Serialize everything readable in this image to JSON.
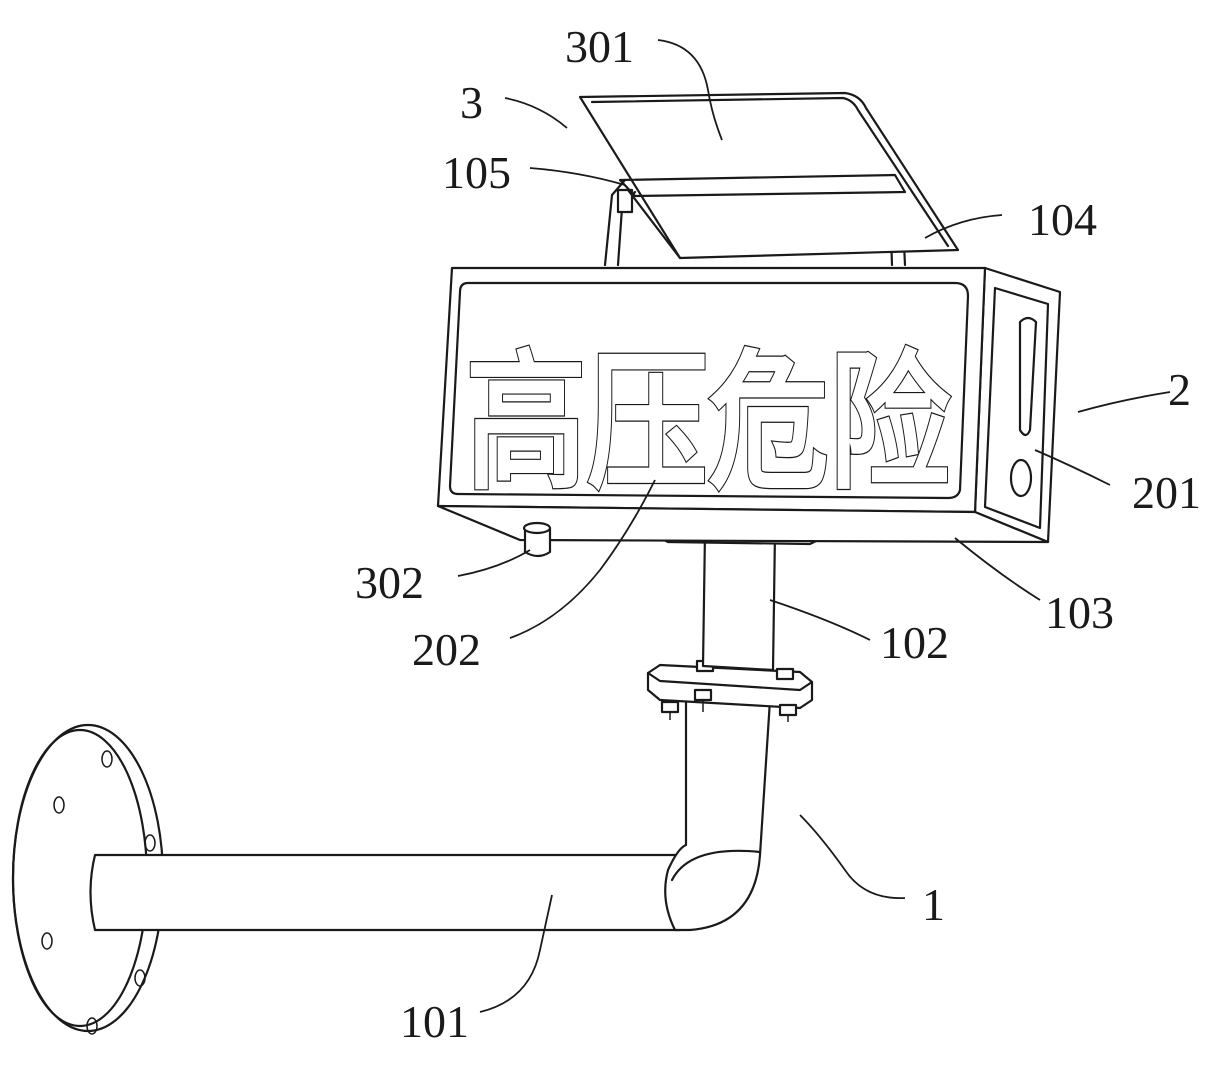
{
  "sign": {
    "text": "高压危险"
  },
  "labels": {
    "l301": "301",
    "l3": "3",
    "l105": "105",
    "l104": "104",
    "l2": "2",
    "l201": "201",
    "l302": "302",
    "l202": "202",
    "l102": "102",
    "l103": "103",
    "l1": "1",
    "l101": "101"
  }
}
